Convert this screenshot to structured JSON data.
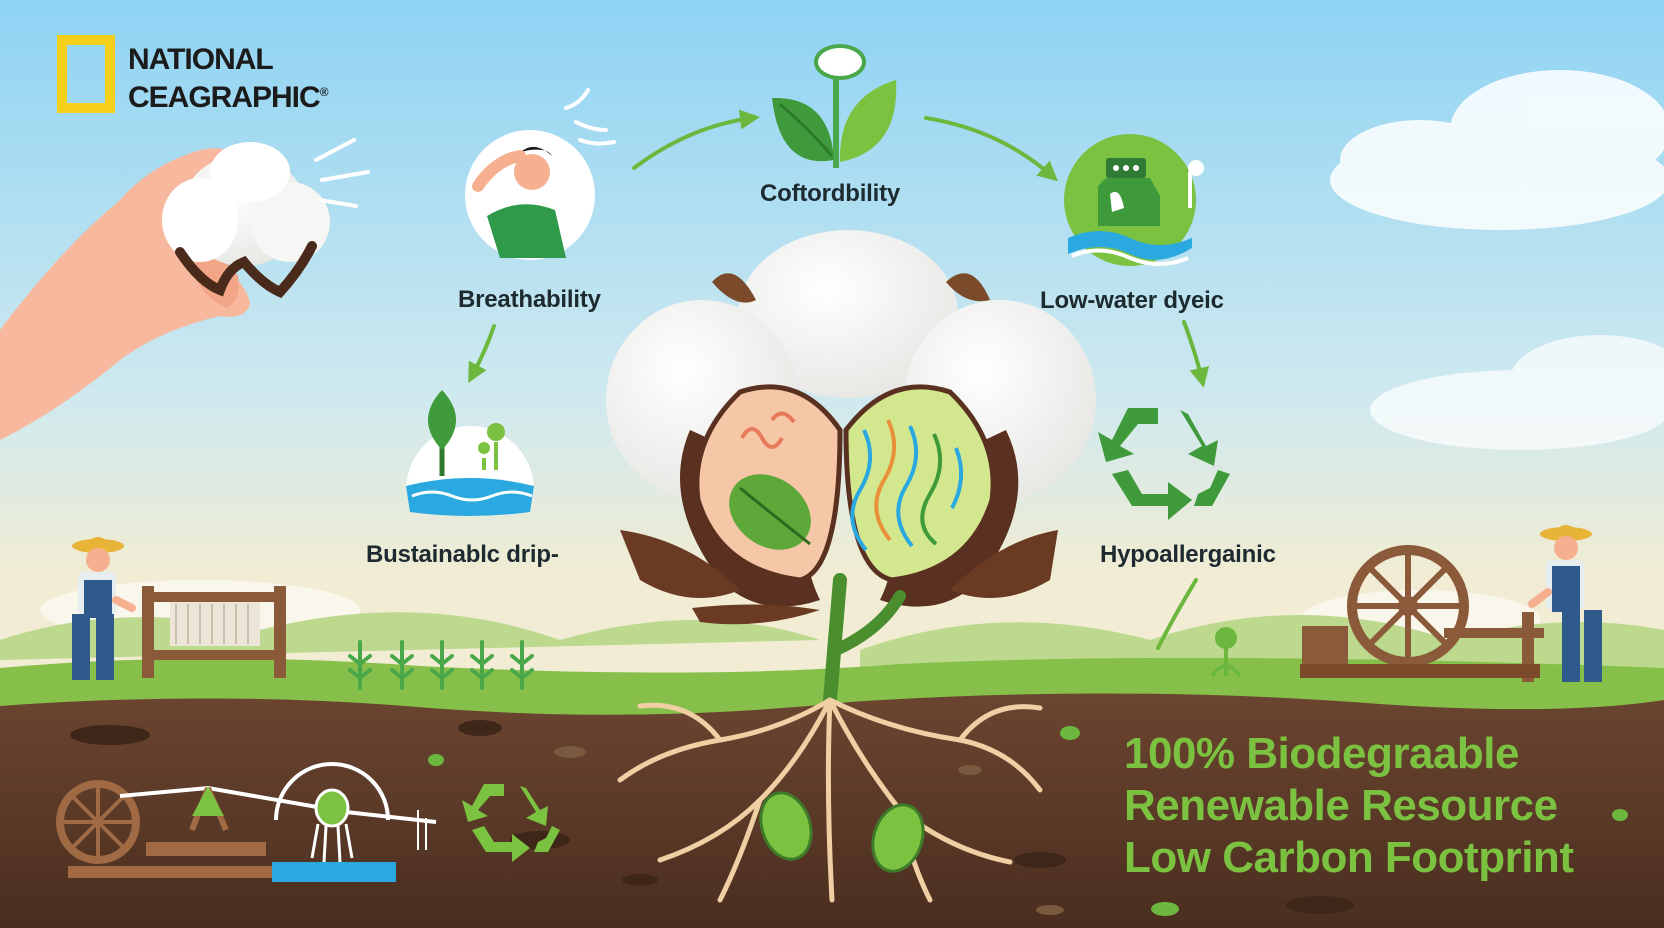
{
  "logo": {
    "line1": "NATIONAL",
    "line2": "CEAGRAPHIC",
    "trademark": "®",
    "frame_color": "#f6cf1b"
  },
  "benefits": {
    "breathability": "Breathability",
    "comfort": "Coftordbility",
    "low_water": "Low-water dyeic",
    "sustainable": "Bustainablc drip-",
    "hypoallergenic": "Hypoallergainic"
  },
  "claims": {
    "line1": "100% Biodegraable",
    "line2": "Renewable Resource",
    "line3": "Low Carbon Footprint",
    "color": "#7cc241"
  },
  "colors": {
    "sky_top": "#8ed3f3",
    "sky_bottom": "#f1ecd3",
    "grass": "#86c04a",
    "soil": "#5a3a26",
    "leaf": "#3e9a3a",
    "arrow": "#6cb83e",
    "water": "#2aa9e0"
  },
  "icons": {
    "hand": "hand-holding-cotton-icon",
    "person": "person-wiping-brow-icon",
    "sprout": "sprout-icon",
    "water_machine": "water-dye-machine-icon",
    "tree_water": "tree-water-icon",
    "recycle": "recycle-icon",
    "cotton_boll": "cotton-boll-icon",
    "farmer": "farmer-icon",
    "loom": "loom-icon",
    "spinning_wheel": "spinning-wheel-icon",
    "irrigation": "irrigation-icon"
  }
}
